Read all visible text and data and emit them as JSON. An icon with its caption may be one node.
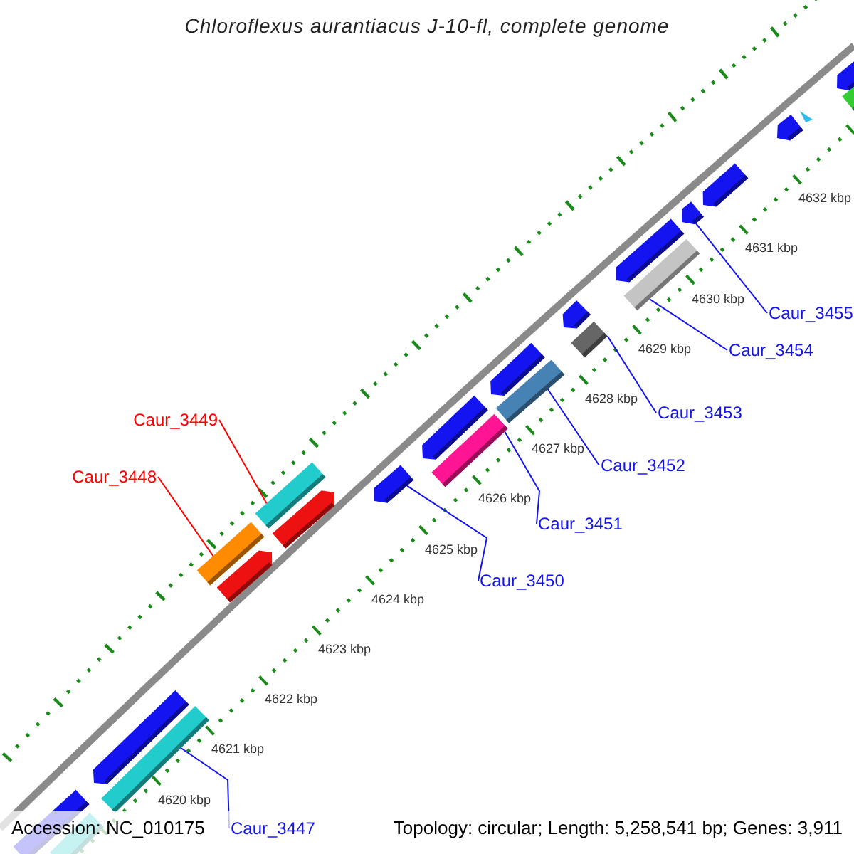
{
  "diagram": {
    "title": "Chloroflexus aurantiacus J-10-fl, complete genome",
    "nodes": [
      {
        "text": [
          "Caur_3449"
        ]
      },
      {
        "text": [
          "Caur_3448"
        ]
      },
      {
        "text": [
          "Caur_3455"
        ]
      },
      {
        "text": [
          "Caur_3454"
        ]
      },
      {
        "text": [
          "Caur_3453"
        ]
      },
      {
        "text": [
          "Caur_3452"
        ]
      },
      {
        "text": [
          "Caur_3451"
        ]
      },
      {
        "text": [
          "Caur_3450"
        ]
      },
      {
        "text": [
          "Caur_3447"
        ]
      },
      {
        "text": [],
        "shape": "bar"
      },
      {
        "text": [],
        "shape": "bar"
      },
      {
        "text": [],
        "shape": "arrow"
      },
      {
        "text": [],
        "shape": "bar"
      },
      {
        "text": [],
        "shape": "bar"
      },
      {
        "text": [],
        "shape": "bar"
      },
      {
        "text": [],
        "shape": "bar"
      },
      {
        "text": [],
        "shape": "arrow"
      },
      {
        "text": [],
        "shape": "bar"
      },
      {
        "text": [],
        "shape": "arrow"
      },
      {
        "text": [],
        "shape": "arrow"
      },
      {
        "text": [],
        "shape": "arrow"
      },
      {
        "text": [],
        "shape": "bar"
      },
      {
        "text": [],
        "shape": "arrow"
      },
      {
        "text": [],
        "shape": "arrow"
      },
      {
        "text": [],
        "shape": "arrow"
      },
      {
        "text": [],
        "shape": "arrow"
      },
      {
        "text": [],
        "shape": "arrow"
      },
      {
        "text": [],
        "shape": "arrow"
      },
      {
        "text": [],
        "shape": "arrow"
      },
      {
        "text": [],
        "shape": "bar"
      },
      {
        "text": [],
        "shape": "bar"
      },
      {
        "text": [],
        "shape": "triangle"
      }
    ],
    "edges": [
      {
        "from": 0,
        "to": 9,
        "arrow": "none",
        "color": "#ff0000"
      },
      {
        "from": 1,
        "to": 10,
        "arrow": "none",
        "color": "#ff0000"
      },
      {
        "from": 2,
        "to": 11,
        "arrow": "none"
      },
      {
        "from": 3,
        "to": 12,
        "arrow": "none"
      },
      {
        "from": 4,
        "to": 13,
        "arrow": "none"
      },
      {
        "from": 5,
        "to": 14,
        "arrow": "none"
      },
      {
        "from": 6,
        "to": 15,
        "arrow": "none"
      },
      {
        "from": 7,
        "to": 16,
        "arrow": "none"
      },
      {
        "from": 8,
        "to": 17,
        "arrow": "none"
      }
    ],
    "labels": [
      "4632 kbp",
      "4631 kbp",
      "4630 kbp",
      "4629 kbp",
      "4628 kbp",
      "4627 kbp",
      "4626 kbp",
      "4625 kbp",
      "4624 kbp",
      "4623 kbp",
      "4622 kbp",
      "4621 kbp",
      "4620 kbp",
      "Accession: NC_010175",
      "Topology: circular; Length: 5,258,541 bp; Genes: 3,911"
    ]
  }
}
